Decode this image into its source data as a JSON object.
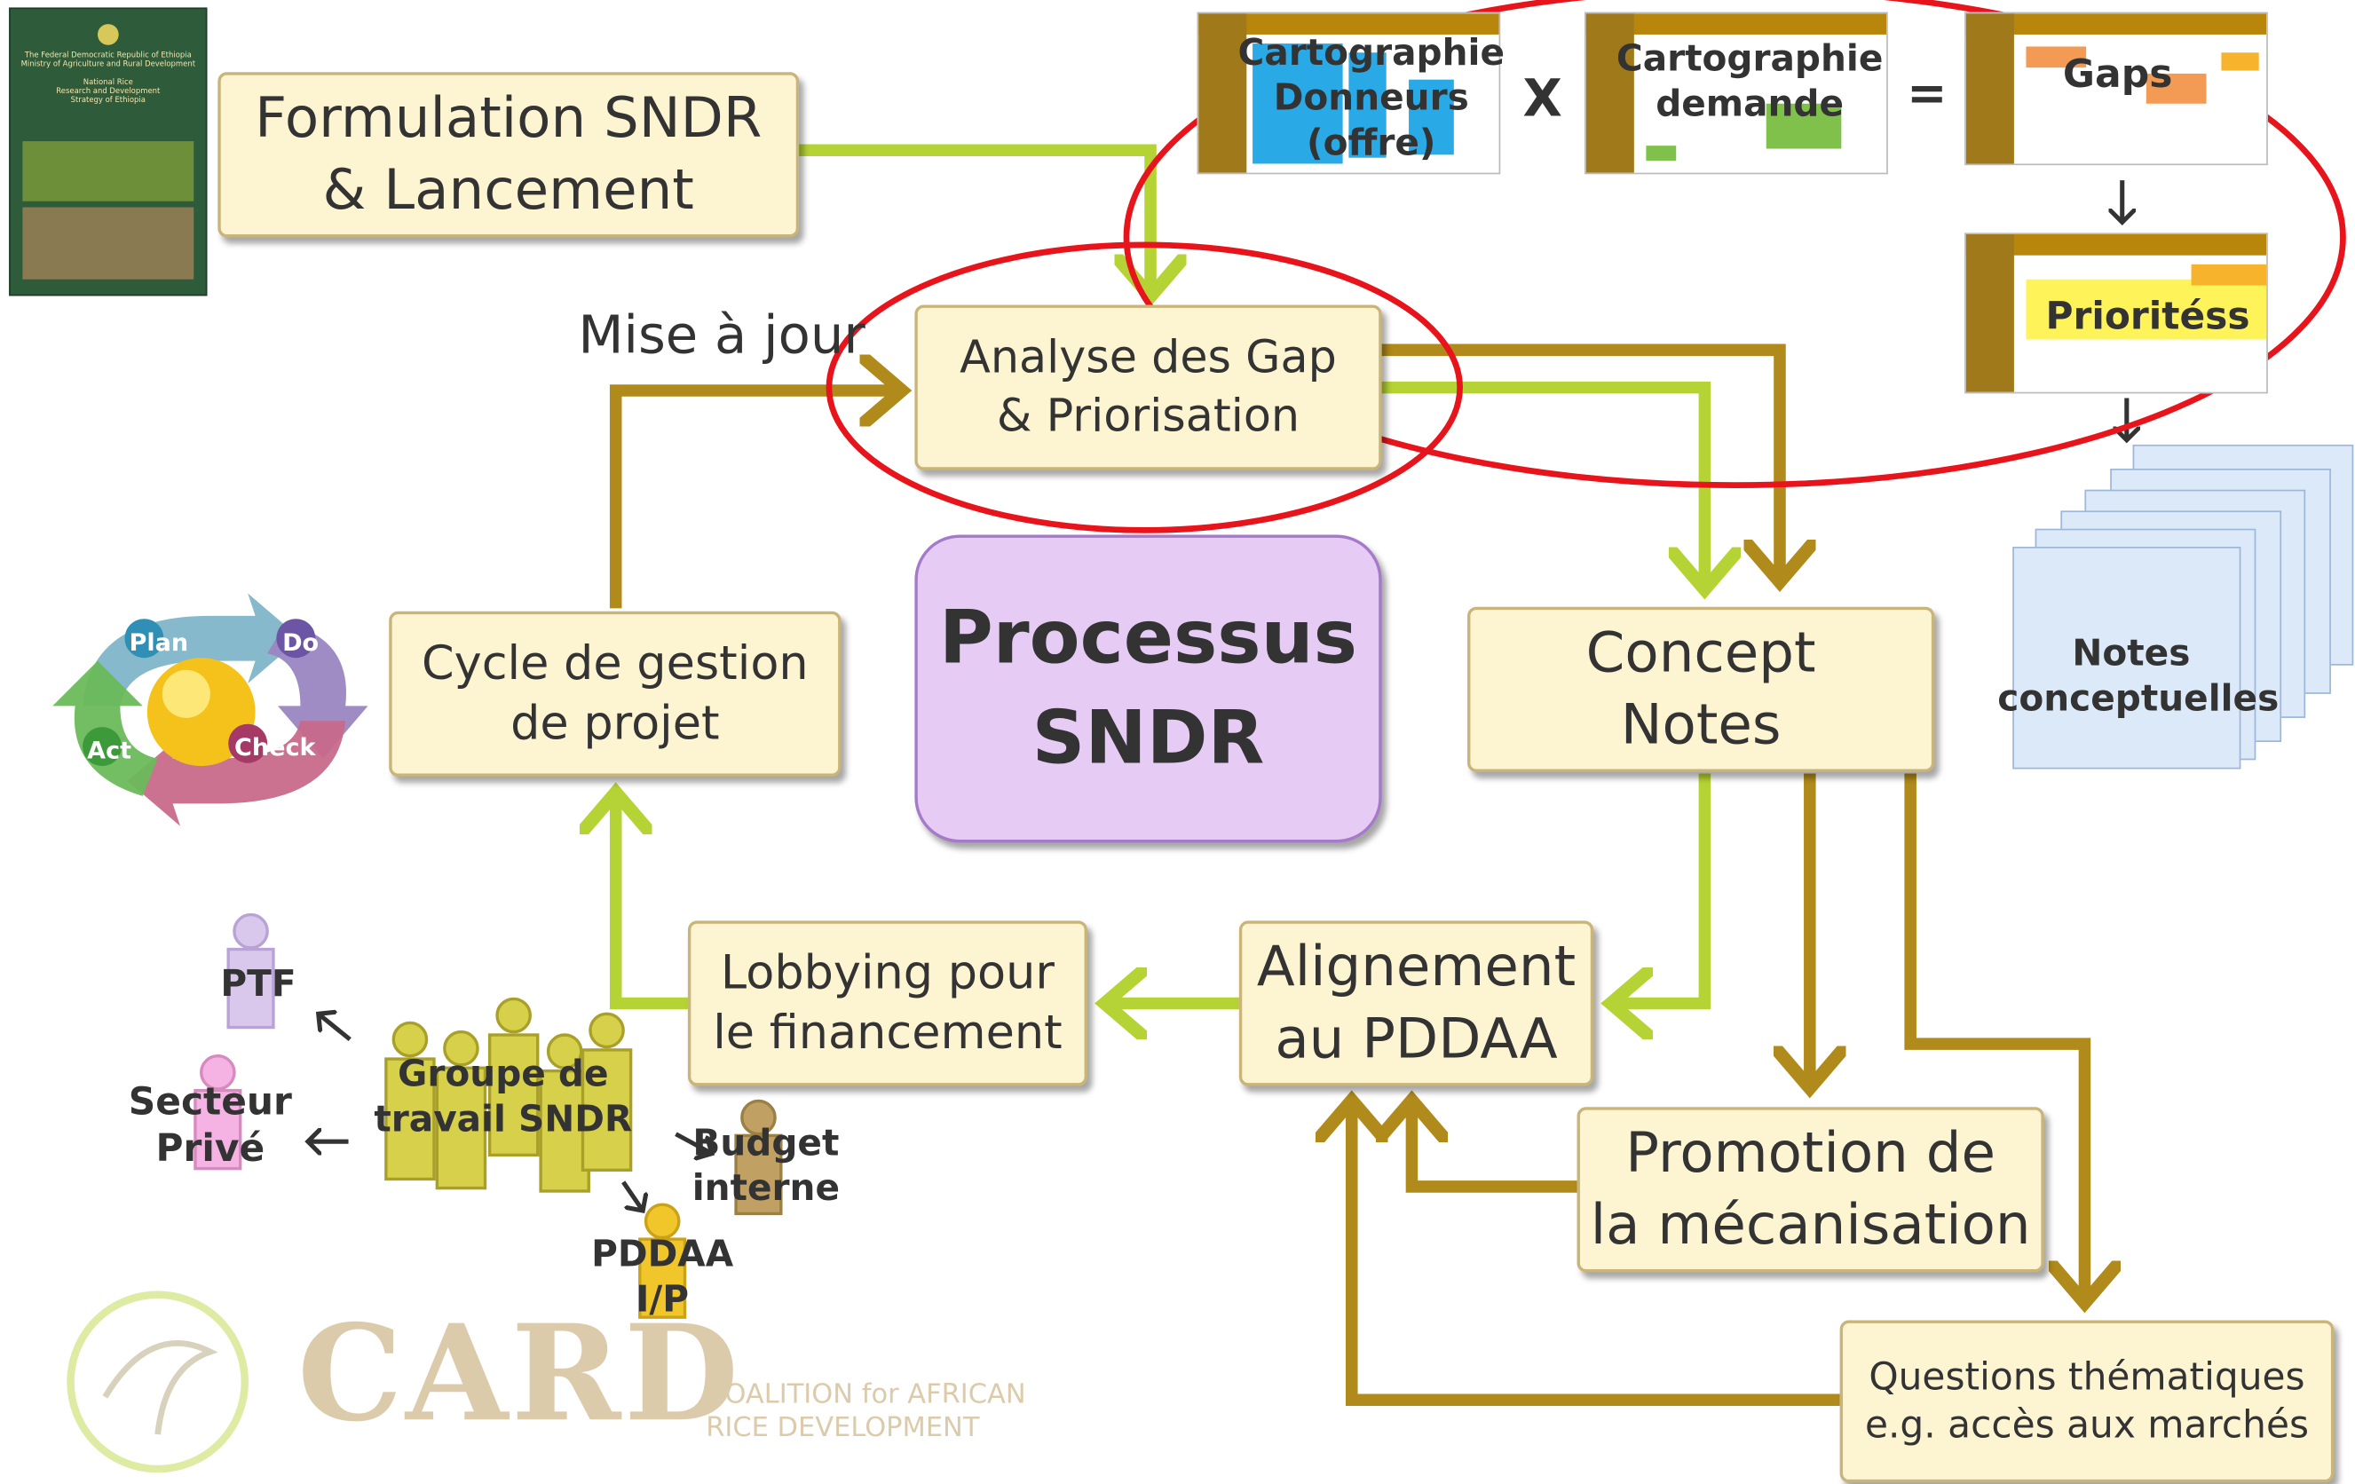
{
  "boxes": {
    "formulation": "Formulation SNDR\n& Lancement",
    "analyse": "Analyse des Gap\n& Priorisation",
    "processus": "Processus\nSNDR",
    "cycle": "Cycle de gestion\nde projet",
    "concept": "Concept\nNotes",
    "lobbying": "Lobbying pour\nle financement",
    "alignement": "Alignement\nau PDDAA",
    "promotion": "Promotion de\nla mécanisation",
    "questions": "Questions thématiques\ne.g. accès aux marchés"
  },
  "labels": {
    "mise_a_jour": "Mise à jour",
    "cart_donneurs": "Cartographie\nDonneurs\n(offre)",
    "cart_demande": "Cartographie\ndemande",
    "times": "X",
    "equals": "=",
    "gaps": "Gaps",
    "priorites": "Prioritéss",
    "notes_conceptuelles": "Notes\nconceptuelles",
    "ptf": "PTF",
    "secteur_prive": "Secteur\nPrivé",
    "groupe": "Groupe de\ntravail SNDR",
    "budget": "Budget\ninterne",
    "pddaa_ip": "PDDAA\nI/P"
  },
  "pdca": {
    "plan": "Plan",
    "do": "Do",
    "act": "Act",
    "check": "Check"
  },
  "cover_text": "The Federal Democratic Republic of Ethiopia\nMinistry of Agriculture and Rural Development\n\nNational Rice\nResearch and Development\nStrategy of Ethiopia",
  "logo": {
    "card": "CARD",
    "coalition": "COALITION for AFRICAN\nRICE DEVELOPMENT"
  },
  "colors": {
    "lime": "#b5d334",
    "gold": "#b08a1a",
    "red": "#e8141c",
    "box_fill": "#fdf4d2",
    "processus_fill": "#e6ccf5"
  }
}
